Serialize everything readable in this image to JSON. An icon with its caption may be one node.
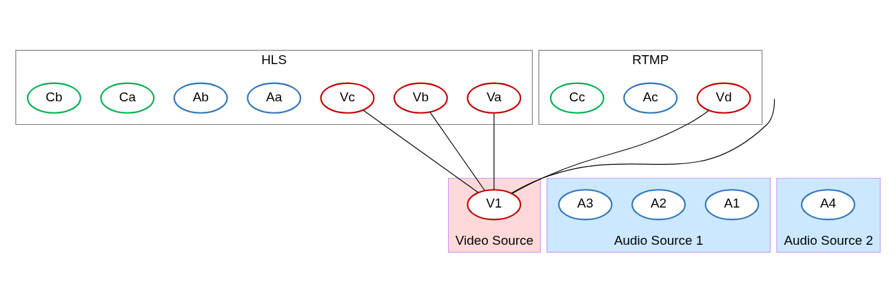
{
  "diagram": {
    "nodes": [
      {
        "text": [
          "HLS"
        ]
      },
      {
        "text": [
          "Va"
        ],
        "in": 0
      },
      {
        "text": [
          "Vb"
        ],
        "in": 0
      },
      {
        "text": [
          "Vc"
        ],
        "in": 0
      },
      {
        "text": [
          "Aa"
        ],
        "in": 0
      },
      {
        "text": [
          "Ab"
        ],
        "in": 0
      },
      {
        "text": [
          "Ca"
        ],
        "in": 0
      },
      {
        "text": [
          "Cb"
        ],
        "in": 0
      },
      {
        "text": [
          "RTMP"
        ]
      },
      {
        "text": [
          "Vd"
        ],
        "in": 8
      },
      {
        "text": [
          "Ac"
        ],
        "in": 8
      },
      {
        "text": [
          "Cc"
        ],
        "in": 8
      },
      {
        "text": [
          "Video Source"
        ]
      },
      {
        "text": [
          "V1"
        ],
        "in": 12
      },
      {
        "text": [
          "Audio Source 1"
        ]
      },
      {
        "text": [
          "A1"
        ],
        "in": 14
      },
      {
        "text": [
          "A2"
        ],
        "in": 14
      },
      {
        "text": [
          "A3"
        ],
        "in": 14
      },
      {
        "text": [
          "Audio Source 2"
        ]
      },
      {
        "text": [
          "A4"
        ],
        "in": 18
      }
    ],
    "edges": [
      {
        "from": 1,
        "to": 13,
        "arrow": "none"
      },
      {
        "from": 2,
        "to": 13,
        "arrow": "none"
      },
      {
        "from": 3,
        "to": 13,
        "arrow": "none"
      },
      {
        "from": 9,
        "to": 13,
        "arrow": "none"
      },
      {
        "from": null,
        "to": 13,
        "arrow": "none"
      }
    ]
  }
}
